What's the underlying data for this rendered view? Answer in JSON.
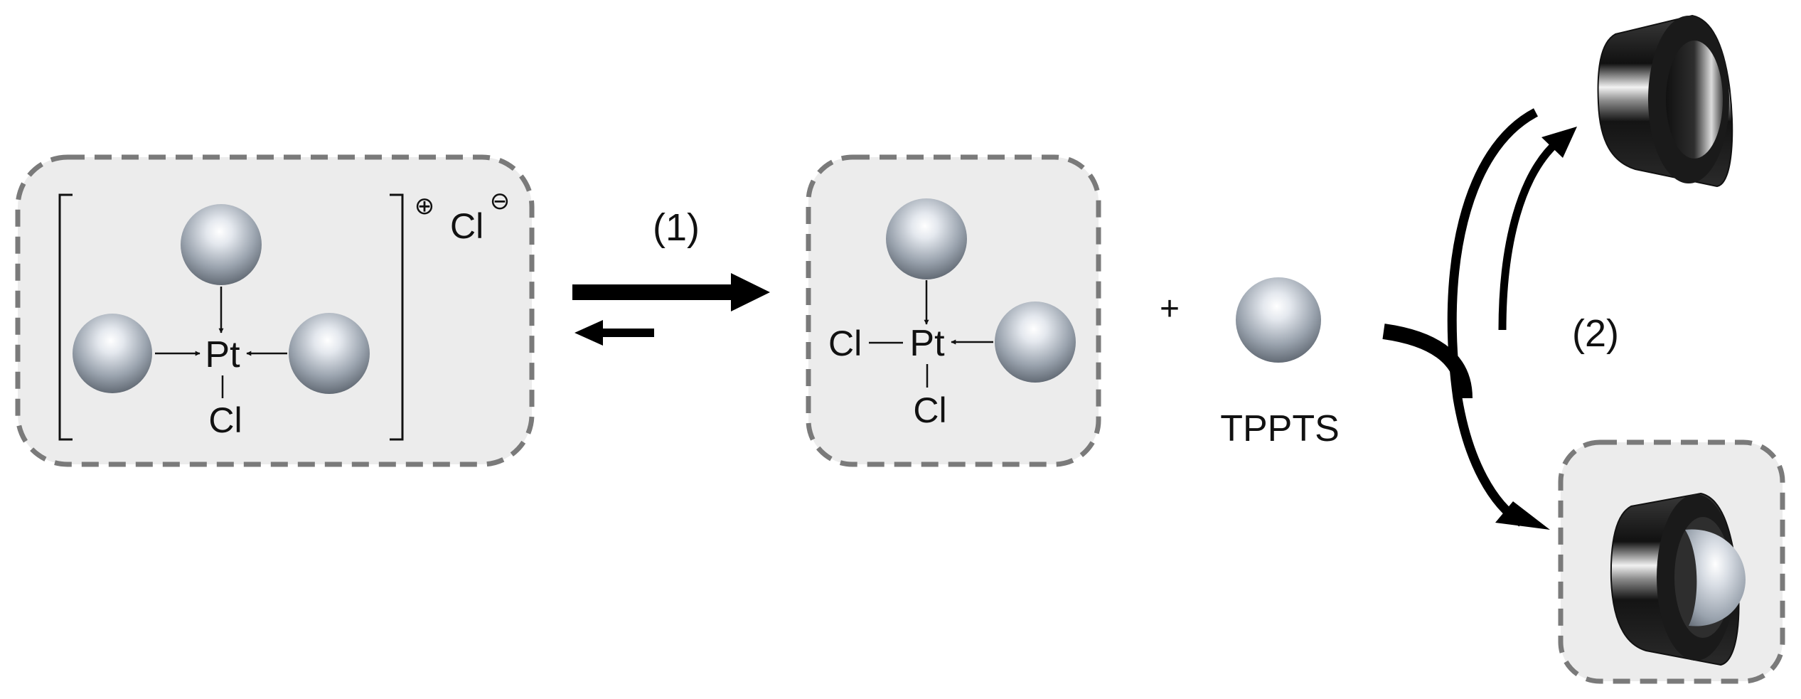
{
  "reaction": {
    "step_1_label": "(1)",
    "step_2_label": "(2)",
    "plus_sign": "+"
  },
  "cationic_complex": {
    "metal": "Pt",
    "axial_ligand": "Cl",
    "counter_ion": "Cl",
    "charge_symbol": "⊕",
    "counter_ion_charge_symbol": "⊖"
  },
  "neutral_complex": {
    "metal": "Pt",
    "left_ligand": "Cl",
    "bottom_ligand": "Cl"
  },
  "free_ligand": {
    "label": "TPPTS"
  },
  "colors": {
    "box_fill": "#ececec",
    "box_stroke": "#7a7a7a",
    "arrow": "#000000",
    "sphere_base": "#9aa4b0"
  }
}
